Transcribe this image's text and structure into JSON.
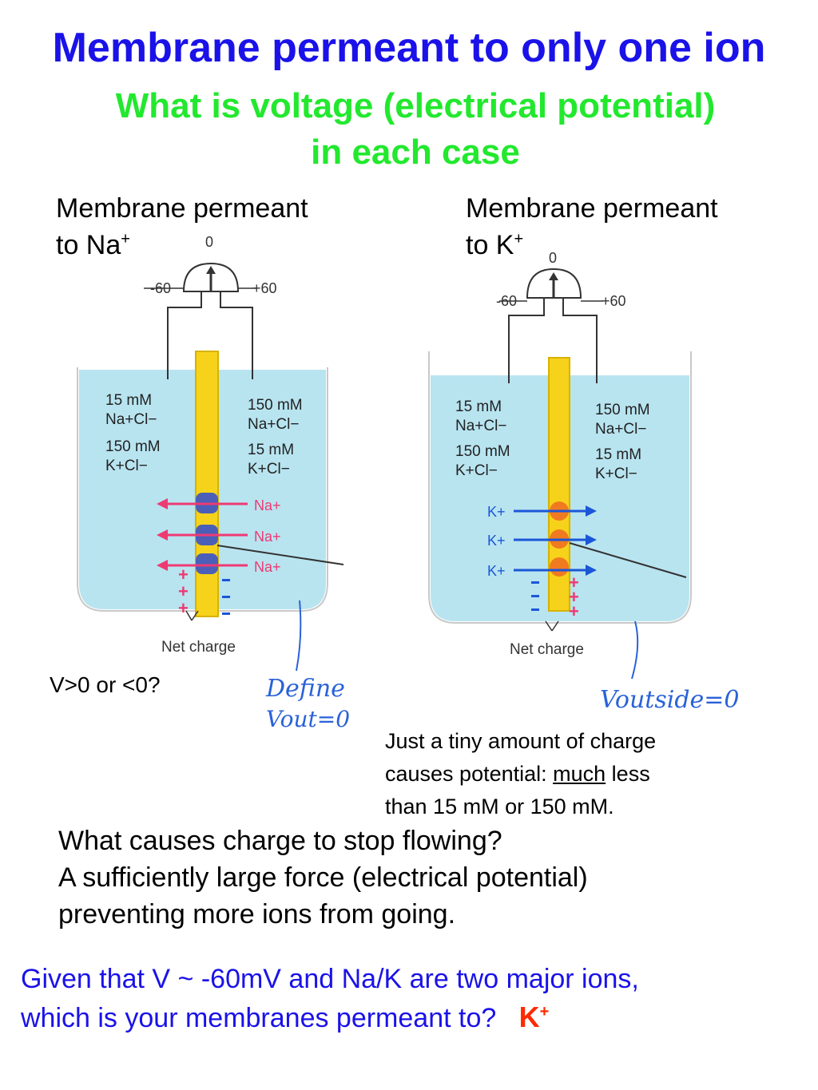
{
  "title": "Membrane permeant to only one ion",
  "subtitle_line1": "What is voltage (electrical potential)",
  "subtitle_line2": "in each case",
  "left": {
    "heading_line1": "Membrane permeant",
    "heading_line2": "to Na",
    "heading_sup": "+",
    "meter": {
      "zero": "0",
      "minus": "-60",
      "plus": "+60"
    },
    "left_conc": [
      "15 mM",
      "Na+Cl−",
      "150 mM",
      "K+Cl−"
    ],
    "right_conc": [
      "150 mM",
      "Na+Cl−",
      "15 mM",
      "K+Cl−"
    ],
    "ion_labels": [
      "Na+",
      "Na+",
      "Na+"
    ],
    "net_charge": "Net charge",
    "question": "V>0 or <0?",
    "handwriting_line1": "Define",
    "handwriting_line2": "Vout=0"
  },
  "right": {
    "heading_line1": "Membrane permeant",
    "heading_line2": "to K",
    "heading_sup": "+",
    "meter": {
      "zero": "0",
      "minus": "-60",
      "plus": "+60"
    },
    "left_conc": [
      "15 mM",
      "Na+Cl−",
      "150 mM",
      "K+Cl−"
    ],
    "right_conc": [
      "150 mM",
      "Na+Cl−",
      "15 mM",
      "K+Cl−"
    ],
    "ion_labels": [
      "K+",
      "K+",
      "K+"
    ],
    "net_charge": "Net charge",
    "handwriting": "Voutside=0"
  },
  "note": {
    "line1": "Just a tiny amount of charge",
    "line2_prefix": "causes potential: ",
    "line2_underlined": "much",
    "line2_suffix": " less",
    "line3": "than 15 mM or 150 mM."
  },
  "stop_flow": {
    "line1": "What causes charge to stop flowing?",
    "line2": "A sufficiently large force (electrical potential)",
    "line3": "preventing more ions from going."
  },
  "question": {
    "line1": "Given that V ~ -60mV and Na/K are two major ions,",
    "line2": "which is your membranes permeant to?",
    "answer": "K",
    "answer_sup": "+"
  },
  "colors": {
    "title": "#1a12e8",
    "subtitle": "#22e82e",
    "water": "#b8e4f0",
    "membrane": "#f7d21a",
    "na_channel": "#4b5fb8",
    "k_channel": "#f07a20",
    "na_arrow": "#ee3a72",
    "k_arrow": "#1b56d8",
    "answer": "#ff2a00"
  }
}
